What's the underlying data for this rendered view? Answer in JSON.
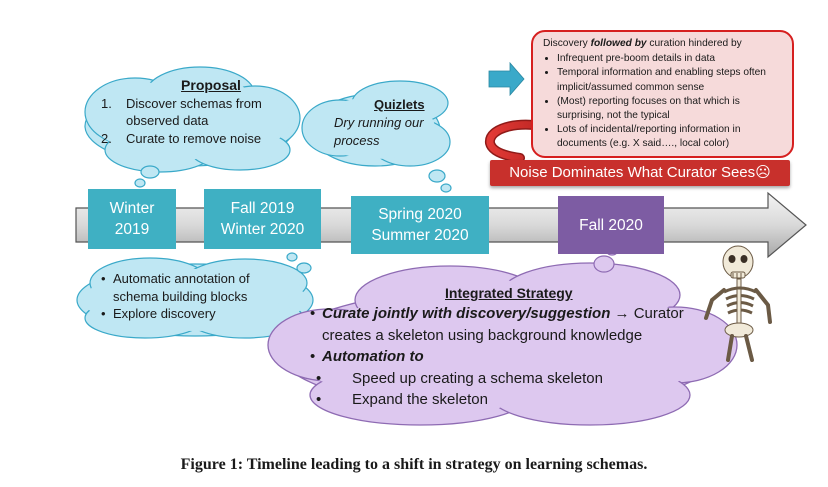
{
  "timeline": [
    {
      "line1": "Winter",
      "line2": "2019",
      "color": "#3fb0c3"
    },
    {
      "line1": "Fall 2019",
      "line2": "Winter 2020",
      "color": "#3fb0c3"
    },
    {
      "line1": "Spring 2020",
      "line2": "Summer 2020",
      "color": "#3fb0c3"
    },
    {
      "line1": "Fall 2020",
      "line2": "",
      "color": "#7d5ca3"
    }
  ],
  "proposal": {
    "title": "Proposal",
    "items": [
      {
        "num": "1.",
        "text1": "Discover schemas from",
        "text2": "observed data"
      },
      {
        "num": "2.",
        "text1": "Curate to remove noise",
        "text2": ""
      }
    ]
  },
  "quizlets": {
    "title": "Quizlets",
    "line1": "Dry running our",
    "line2": "process"
  },
  "annotation_cloud": {
    "bullet": "•",
    "item1_line1": "Automatic annotation of",
    "item1_line2": "schema building blocks",
    "item2": "Explore discovery"
  },
  "integrated": {
    "title": "Integrated Strategy",
    "bullet": "•",
    "line1_bold": "Curate jointly with discovery/suggestion",
    "line1_rest": " → Curator",
    "line2": "creates a skeleton using background knowledge",
    "line3_bold": "Automation to",
    "sub_bullet": "•",
    "sub1": "Speed up creating a schema skeleton",
    "sub2": "Expand the skeleton"
  },
  "discovery_box": {
    "intro_pre": "Discovery ",
    "intro_em": "followed by",
    "intro_post": " curation hindered by",
    "items": [
      "Infrequent pre-boom details in data",
      "Temporal information and enabling steps often implicit/assumed common sense",
      "(Most) reporting focuses on that which is surprising, not the typical",
      "Lots of incidental/reporting information in documents (e.g. X said…., local color)"
    ]
  },
  "noise_banner": "Noise Dominates What Curator Sees☹",
  "caption": "Figure 1: Timeline leading to a shift in strategy on learning schemas.",
  "colors": {
    "cloud_blue": "#bfe7f3",
    "cloud_purple": "#ddc8ef",
    "timeline_teal": "#3fb0c3",
    "timeline_purple": "#7d5ca3",
    "alert_red": "#c8302c",
    "arrow_teal": "#3aa9c9"
  },
  "icons": [
    "skeleton-icon",
    "right-arrow-icon",
    "curved-arrow-icon"
  ]
}
